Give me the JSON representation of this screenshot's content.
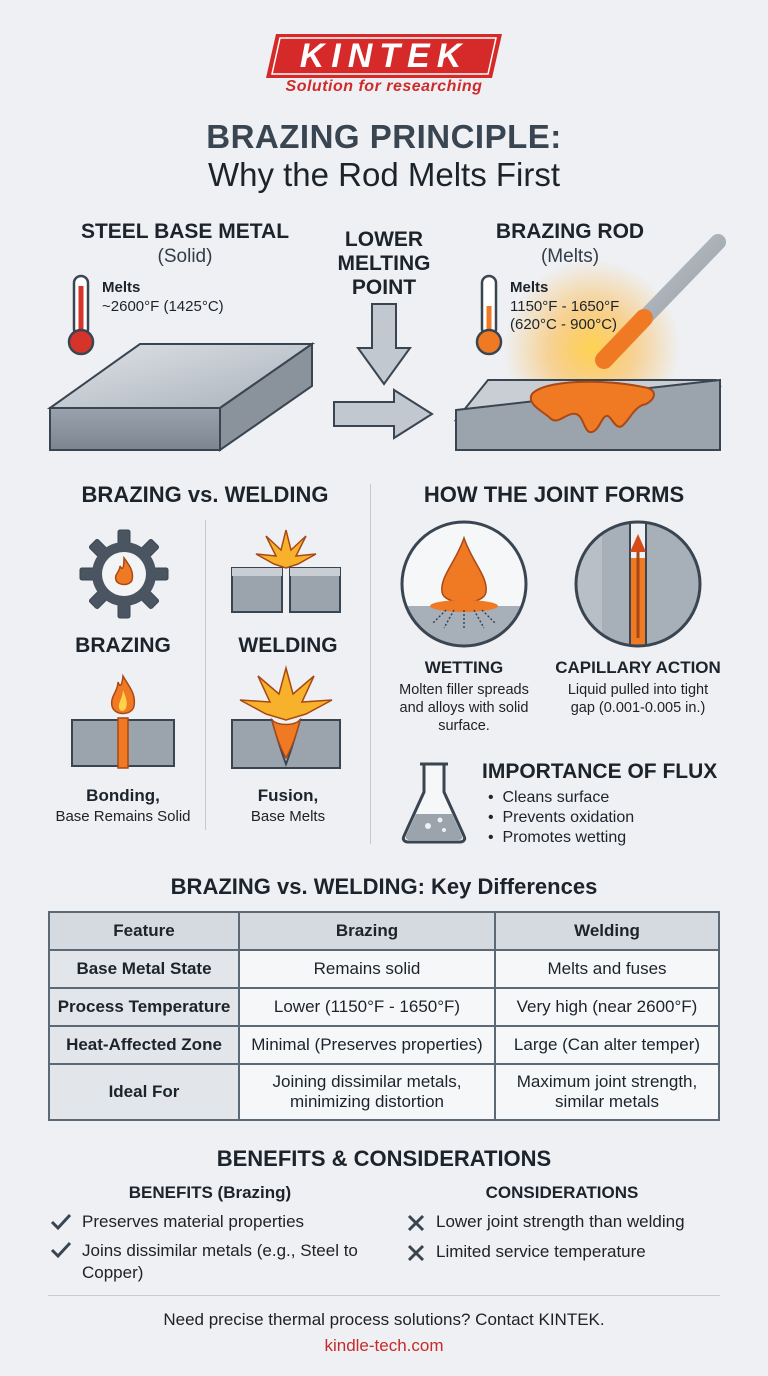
{
  "brand": {
    "logo": "KINTEK",
    "tagline": "Solution for researching",
    "accent_color": "#d62a2a"
  },
  "title": {
    "line1": "BRAZING PRINCIPLE:",
    "line2": "Why the Rod Melts First"
  },
  "principle": {
    "base": {
      "label": "STEEL BASE METAL",
      "state": "(Solid)",
      "melts_label": "Melts",
      "melts_value": "~2600°F (1425°C)"
    },
    "arrow_label": [
      "LOWER",
      "MELTING",
      "POINT"
    ],
    "rod": {
      "label": "BRAZING ROD",
      "state": "(Melts)",
      "melts_label": "Melts",
      "melts_value": "1150°F - 1650°F",
      "melts_value_c": "(620°C - 900°C)"
    }
  },
  "comparison": {
    "heading": "BRAZING vs. WELDING",
    "brazing": {
      "label": "BRAZING",
      "caption_bold": "Bonding,",
      "caption": "Base Remains Solid"
    },
    "welding": {
      "label": "WELDING",
      "caption_bold": "Fusion,",
      "caption": "Base Melts"
    }
  },
  "joint": {
    "heading": "HOW THE JOINT FORMS",
    "wetting": {
      "label": "WETTING",
      "desc": [
        "Molten filler spreads",
        "and alloys with solid",
        "surface."
      ]
    },
    "capillary": {
      "label": "CAPILLARY ACTION",
      "desc": [
        "Liquid pulled into tight",
        "gap (0.001-0.005 in.)"
      ]
    }
  },
  "flux": {
    "heading": "IMPORTANCE OF FLUX",
    "items": [
      "Cleans surface",
      "Prevents oxidation",
      "Promotes wetting"
    ]
  },
  "table": {
    "heading": "BRAZING vs. WELDING: Key Differences",
    "columns": [
      "Feature",
      "Brazing",
      "Welding"
    ],
    "rows": [
      [
        "Base Metal State",
        "Remains solid",
        "Melts and fuses"
      ],
      [
        "Process Temperature",
        "Lower (1150°F - 1650°F)",
        "Very high (near 2600°F)"
      ],
      [
        "Heat-Affected Zone",
        "Minimal (Preserves properties)",
        "Large (Can alter temper)"
      ],
      [
        "Ideal For",
        [
          "Joining dissimilar metals,",
          "minimizing distortion"
        ],
        [
          "Maximum joint strength,",
          "similar metals"
        ]
      ]
    ]
  },
  "benefits": {
    "heading": "BENEFITS & CONSIDERATIONS",
    "benefits_title": "BENEFITS (Brazing)",
    "benefits": [
      "Preserves material properties",
      [
        "Joins dissimilar metals (e.g., Steel to",
        "Copper)"
      ]
    ],
    "considerations_title": "CONSIDERATIONS",
    "considerations": [
      "Lower joint strength than welding",
      "Limited service temperature"
    ]
  },
  "footer": {
    "text": "Need precise thermal process solutions? Contact KINTEK.",
    "link": "kindle-tech.com"
  }
}
